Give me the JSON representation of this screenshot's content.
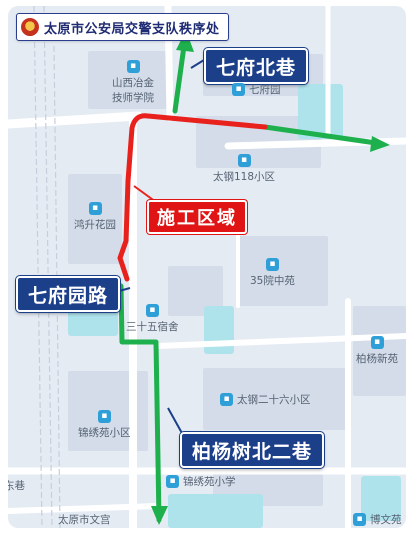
{
  "header": {
    "title": "太原市公安局交警支队秩序处"
  },
  "roads": {
    "qifu_north_lane": "七府北巷",
    "qifu_garden_road": "七府园路",
    "baiyangshu_north_2nd_lane": "柏杨树北二巷"
  },
  "construction": {
    "label": "施工区域"
  },
  "pois": [
    {
      "id": "shanxi-metallurgy-school",
      "line1": "山西冶金",
      "line2": "技师学院"
    },
    {
      "id": "qifu-garden",
      "text": "七府园"
    },
    {
      "id": "taigang-118",
      "text": "太钢118小区"
    },
    {
      "id": "hongsheng-garden",
      "text": "鸿升花园"
    },
    {
      "id": "yuan-35-zhongyuan",
      "text": "35院中苑"
    },
    {
      "id": "dorm-35",
      "text": "三十五宿舍"
    },
    {
      "id": "baiyang-xinyuan",
      "text": "柏杨新苑"
    },
    {
      "id": "taigang-26",
      "text": "太钢二十六小区"
    },
    {
      "id": "jinxiuyuan",
      "text": "锦绣苑小区"
    },
    {
      "id": "jinxiuyuan-school",
      "text": "锦绣苑小学"
    },
    {
      "id": "bowen-yuan",
      "text": "博文苑"
    }
  ],
  "fragments": {
    "left_lane": "东巷",
    "bottom_left": "太原市文宫"
  },
  "colors": {
    "detour_route": "#1db04c",
    "construction_zone": "#e8211d",
    "label_bg": "#1c3f8a",
    "poi_pin": "#2f9fd8"
  }
}
